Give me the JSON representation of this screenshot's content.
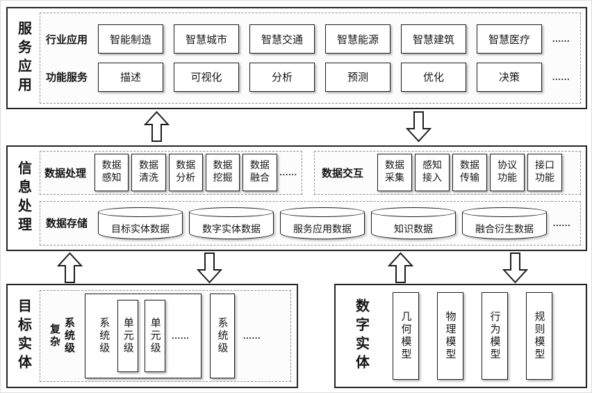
{
  "service": {
    "label": "服务应用",
    "industry": {
      "label": "行业应用",
      "items": [
        "智能制造",
        "智慧城市",
        "智慧交通",
        "智慧能源",
        "智慧建筑",
        "智慧医疗"
      ],
      "more": "......"
    },
    "function": {
      "label": "功能服务",
      "items": [
        "描述",
        "可视化",
        "分析",
        "预测",
        "优化",
        "决策"
      ],
      "more": "......"
    }
  },
  "info": {
    "label": "信息处理",
    "processing": {
      "label": "数据处理",
      "items": [
        "数据感知",
        "数据清洗",
        "数据分析",
        "数据挖掘",
        "数据融合"
      ],
      "more": "......"
    },
    "interaction": {
      "label": "数据交互",
      "items": [
        "数据采集",
        "感知接入",
        "数据传输",
        "协议功能",
        "接口功能"
      ]
    },
    "storage": {
      "label": "数据存储",
      "items": [
        "目标实体数据",
        "数字实体数据",
        "服务应用数据",
        "知识数据",
        "融合衍生数据"
      ],
      "more": "......"
    }
  },
  "target": {
    "label": "目标实体",
    "complex": {
      "line1": "复杂",
      "line2": "系统级"
    },
    "system_group": {
      "label": "系统级",
      "units": [
        "单元级",
        "单元级"
      ],
      "more": "......"
    },
    "system2": "系统级",
    "more": "......"
  },
  "digital": {
    "label": "数字实体",
    "models": [
      "几何模型",
      "物理模型",
      "行为模型",
      "规则模型"
    ]
  }
}
